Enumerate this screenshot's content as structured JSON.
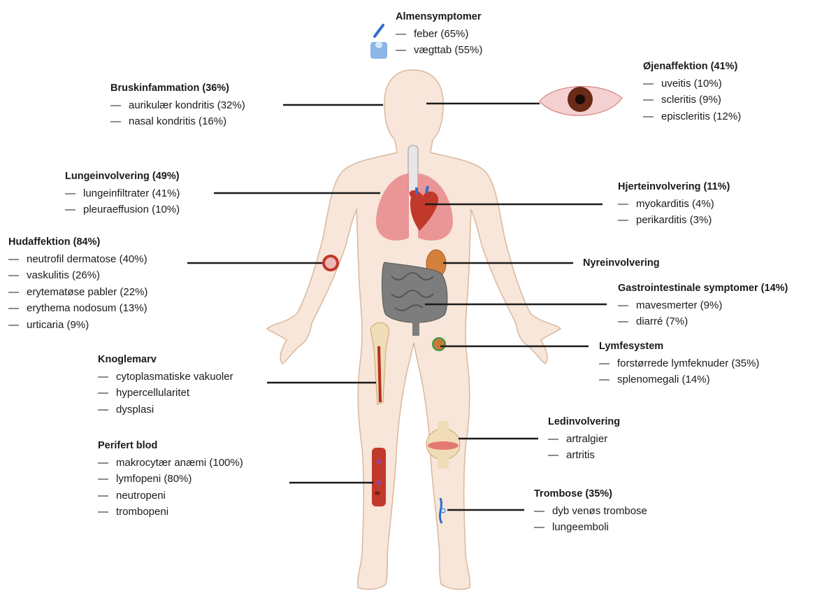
{
  "groups": {
    "almen": {
      "title": "Almensymptomer",
      "items": [
        "feber (65%)",
        "vægttab (55%)"
      ]
    },
    "brusk": {
      "title": "Bruskinfammation (36%)",
      "items": [
        "aurikulær kondritis (32%)",
        "nasal kondritis (16%)"
      ]
    },
    "oejne": {
      "title": "Øjenaffektion (41%)",
      "items": [
        "uveitis (10%)",
        "scleritis (9%)",
        "episcleritis (12%)"
      ]
    },
    "lunge": {
      "title": "Lungeinvolvering (49%)",
      "items": [
        "lungeinfiltrater (41%)",
        "pleuraeffusion (10%)"
      ]
    },
    "hjerte": {
      "title": "Hjerteinvolvering (11%)",
      "items": [
        "myokarditis (4%)",
        "perikarditis (3%)"
      ]
    },
    "hud": {
      "title": "Hudaffektion (84%)",
      "items": [
        "neutrofil dermatose (40%)",
        "vaskulitis (26%)",
        "erytematøse pabler (22%)",
        "erythema nodosum (13%)",
        "urticaria (9%)"
      ]
    },
    "nyre": {
      "title": "Nyreinvolvering",
      "items": []
    },
    "gastro": {
      "title": "Gastrointestinale symptomer (14%)",
      "items": [
        "mavesmerter (9%)",
        "diarré (7%)"
      ]
    },
    "lymfe": {
      "title": "Lymfesystem",
      "items": [
        "forstørrede lymfeknuder (35%)",
        "splenomegali (14%)"
      ]
    },
    "knogle": {
      "title": "Knoglemarv",
      "items": [
        "cytoplasmatiske vakuoler",
        "hypercellularitet",
        "dysplasi"
      ]
    },
    "led": {
      "title": "Ledinvolvering",
      "items": [
        "artralgier",
        "artritis"
      ]
    },
    "blod": {
      "title": "Perifert blod",
      "items": [
        "makrocytær anæmi (100%)",
        "lymfopeni (80%)",
        "neutropeni",
        "trombopeni"
      ]
    },
    "trombose": {
      "title": "Trombose (35%)",
      "items": [
        "dyb venøs trombose",
        "lungeemboli"
      ]
    }
  },
  "colors": {
    "skin": "#f7e6d9",
    "skin_outline": "#d9b89e",
    "lung": "#e8868a",
    "intestine": "#7d7d7d",
    "blood": "#c0392b",
    "leader_line": "#1a1a1a"
  }
}
